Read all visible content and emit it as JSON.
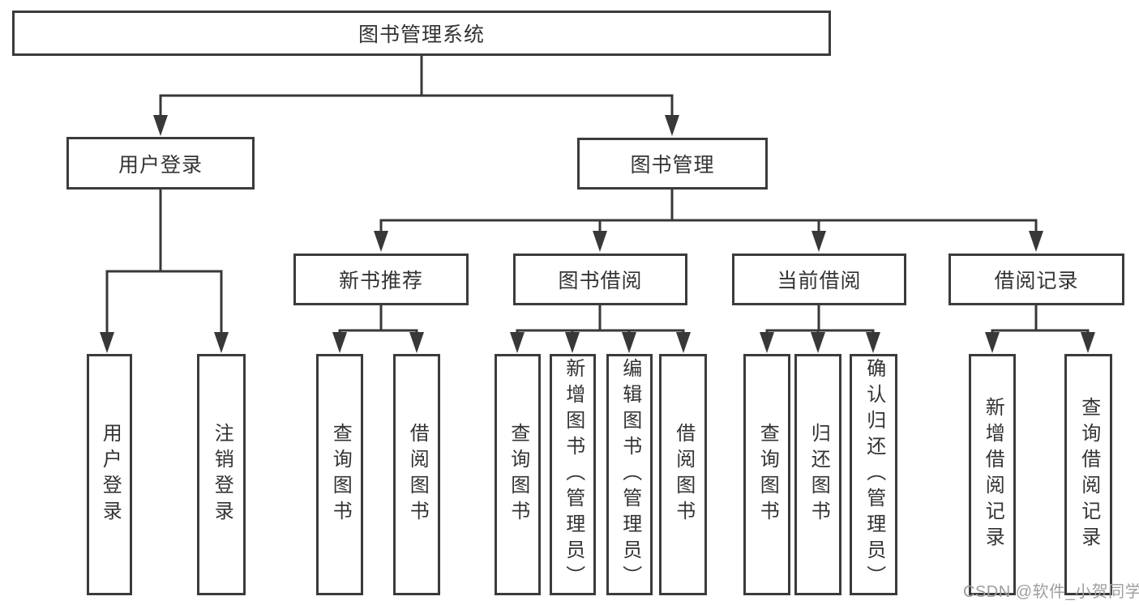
{
  "page": {
    "background": "#ffffff"
  },
  "colors": {
    "connector_line": "#383838",
    "box_border": "#3b3b3b",
    "box_fill": "#ffffff",
    "text": "#333333",
    "watermark": "#9e9e9e"
  },
  "watermark": {
    "text": "CSDN @软件_小贺同学"
  },
  "diagram": {
    "type": "hierarchy-tree",
    "nodes": {
      "root": "图书管理系统",
      "user_login": "用户登录",
      "book_mgmt": "图书管理",
      "new_book_rec": "新书推荐",
      "book_borrow": "图书借阅",
      "current_borrow": "当前借阅",
      "borrow_records": "借阅记录",
      "ul_login": "用户登录",
      "ul_logout": "注销登录",
      "nb_query": "查询图书",
      "nb_borrow": "借阅图书",
      "bb_query": "查询图书",
      "bb_add": "新增图书（管理员）",
      "bb_edit": "编辑图书（管理员）",
      "bb_borrow": "借阅图书",
      "cb_query": "查询图书",
      "cb_return": "归还图书",
      "cb_confirm": "确认归还（管理员）",
      "br_add": "新增借阅记录",
      "br_query": "查询借阅记录"
    },
    "edges": [
      [
        "root",
        "user_login"
      ],
      [
        "root",
        "book_mgmt"
      ],
      [
        "user_login",
        "ul_login"
      ],
      [
        "user_login",
        "ul_logout"
      ],
      [
        "book_mgmt",
        "new_book_rec"
      ],
      [
        "book_mgmt",
        "book_borrow"
      ],
      [
        "book_mgmt",
        "current_borrow"
      ],
      [
        "book_mgmt",
        "borrow_records"
      ],
      [
        "new_book_rec",
        "nb_query"
      ],
      [
        "new_book_rec",
        "nb_borrow"
      ],
      [
        "book_borrow",
        "bb_query"
      ],
      [
        "book_borrow",
        "bb_add"
      ],
      [
        "book_borrow",
        "bb_edit"
      ],
      [
        "book_borrow",
        "bb_borrow"
      ],
      [
        "current_borrow",
        "cb_query"
      ],
      [
        "current_borrow",
        "cb_return"
      ],
      [
        "current_borrow",
        "cb_confirm"
      ],
      [
        "borrow_records",
        "br_add"
      ],
      [
        "borrow_records",
        "br_query"
      ]
    ]
  }
}
